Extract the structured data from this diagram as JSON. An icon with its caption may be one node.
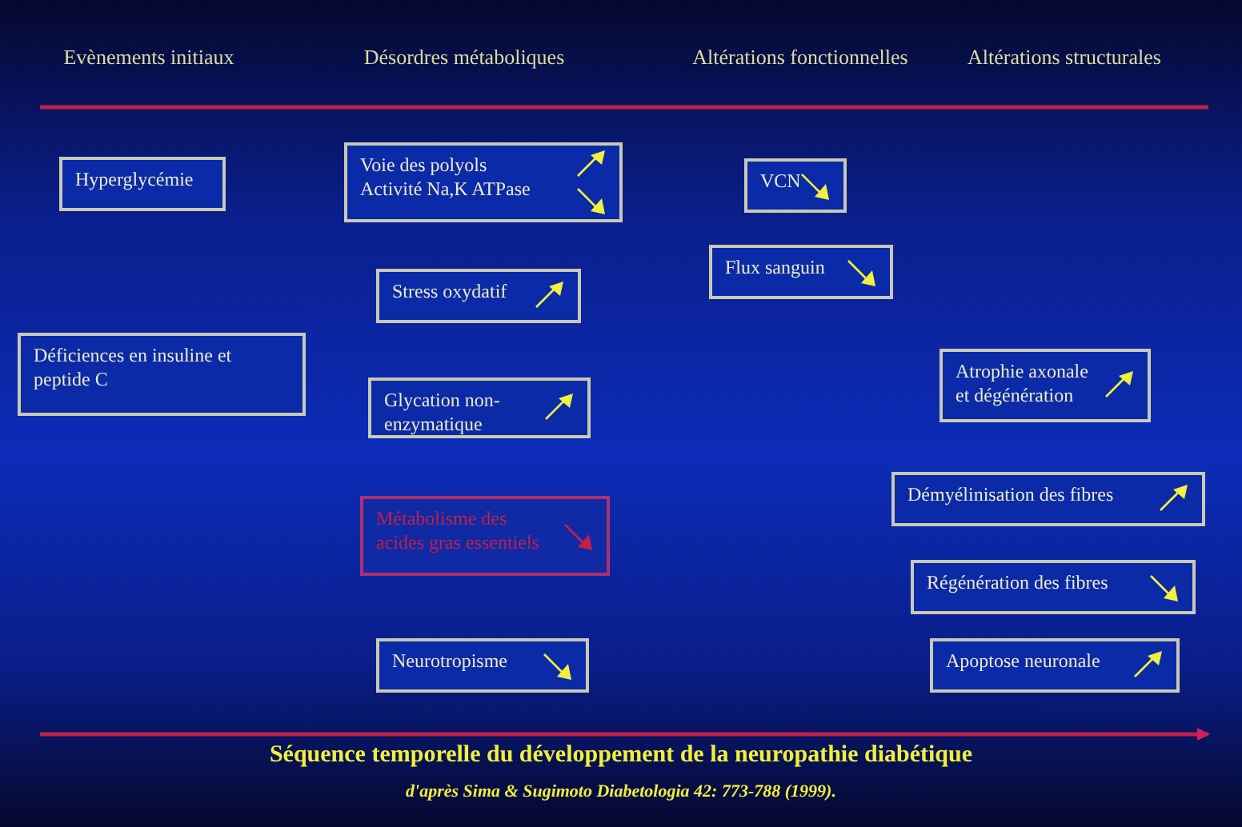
{
  "diagram": {
    "title": "Séquence temporelle du développement de la neuropathie diabétique",
    "caption": "d'après Sima & Sugimoto Diabetologia 42: 773-788 (1999).",
    "nodes": [
      {
        "text": [
          "Hyperglycémie"
        ]
      },
      {
        "text": [
          "Déficiences en insuline et peptide C"
        ]
      },
      {
        "text": [
          "Voie des polyols",
          "Activité Na,K ATPase"
        ]
      },
      {
        "text": [
          "Stress oxydatif"
        ]
      },
      {
        "text": [
          "Glycation non-enzymatique"
        ]
      },
      {
        "text": [
          "Métabolisme des acides gras essentiels"
        ]
      },
      {
        "text": [
          "Neurotropisme"
        ]
      },
      {
        "text": [
          "VCN"
        ]
      },
      {
        "text": [
          "Flux sanguin"
        ]
      },
      {
        "text": [
          "Atrophie axonale et dégénération"
        ]
      },
      {
        "text": [
          "Démyélinisation des fibres"
        ]
      },
      {
        "text": [
          "Régénération des fibres"
        ]
      },
      {
        "text": [
          "Apoptose neuronale"
        ]
      }
    ],
    "edges": [],
    "labels": [
      "Evènements initiaux",
      "Désordres métaboliques",
      "Altérations fonctionnelles",
      "Altérations structurales"
    ]
  }
}
